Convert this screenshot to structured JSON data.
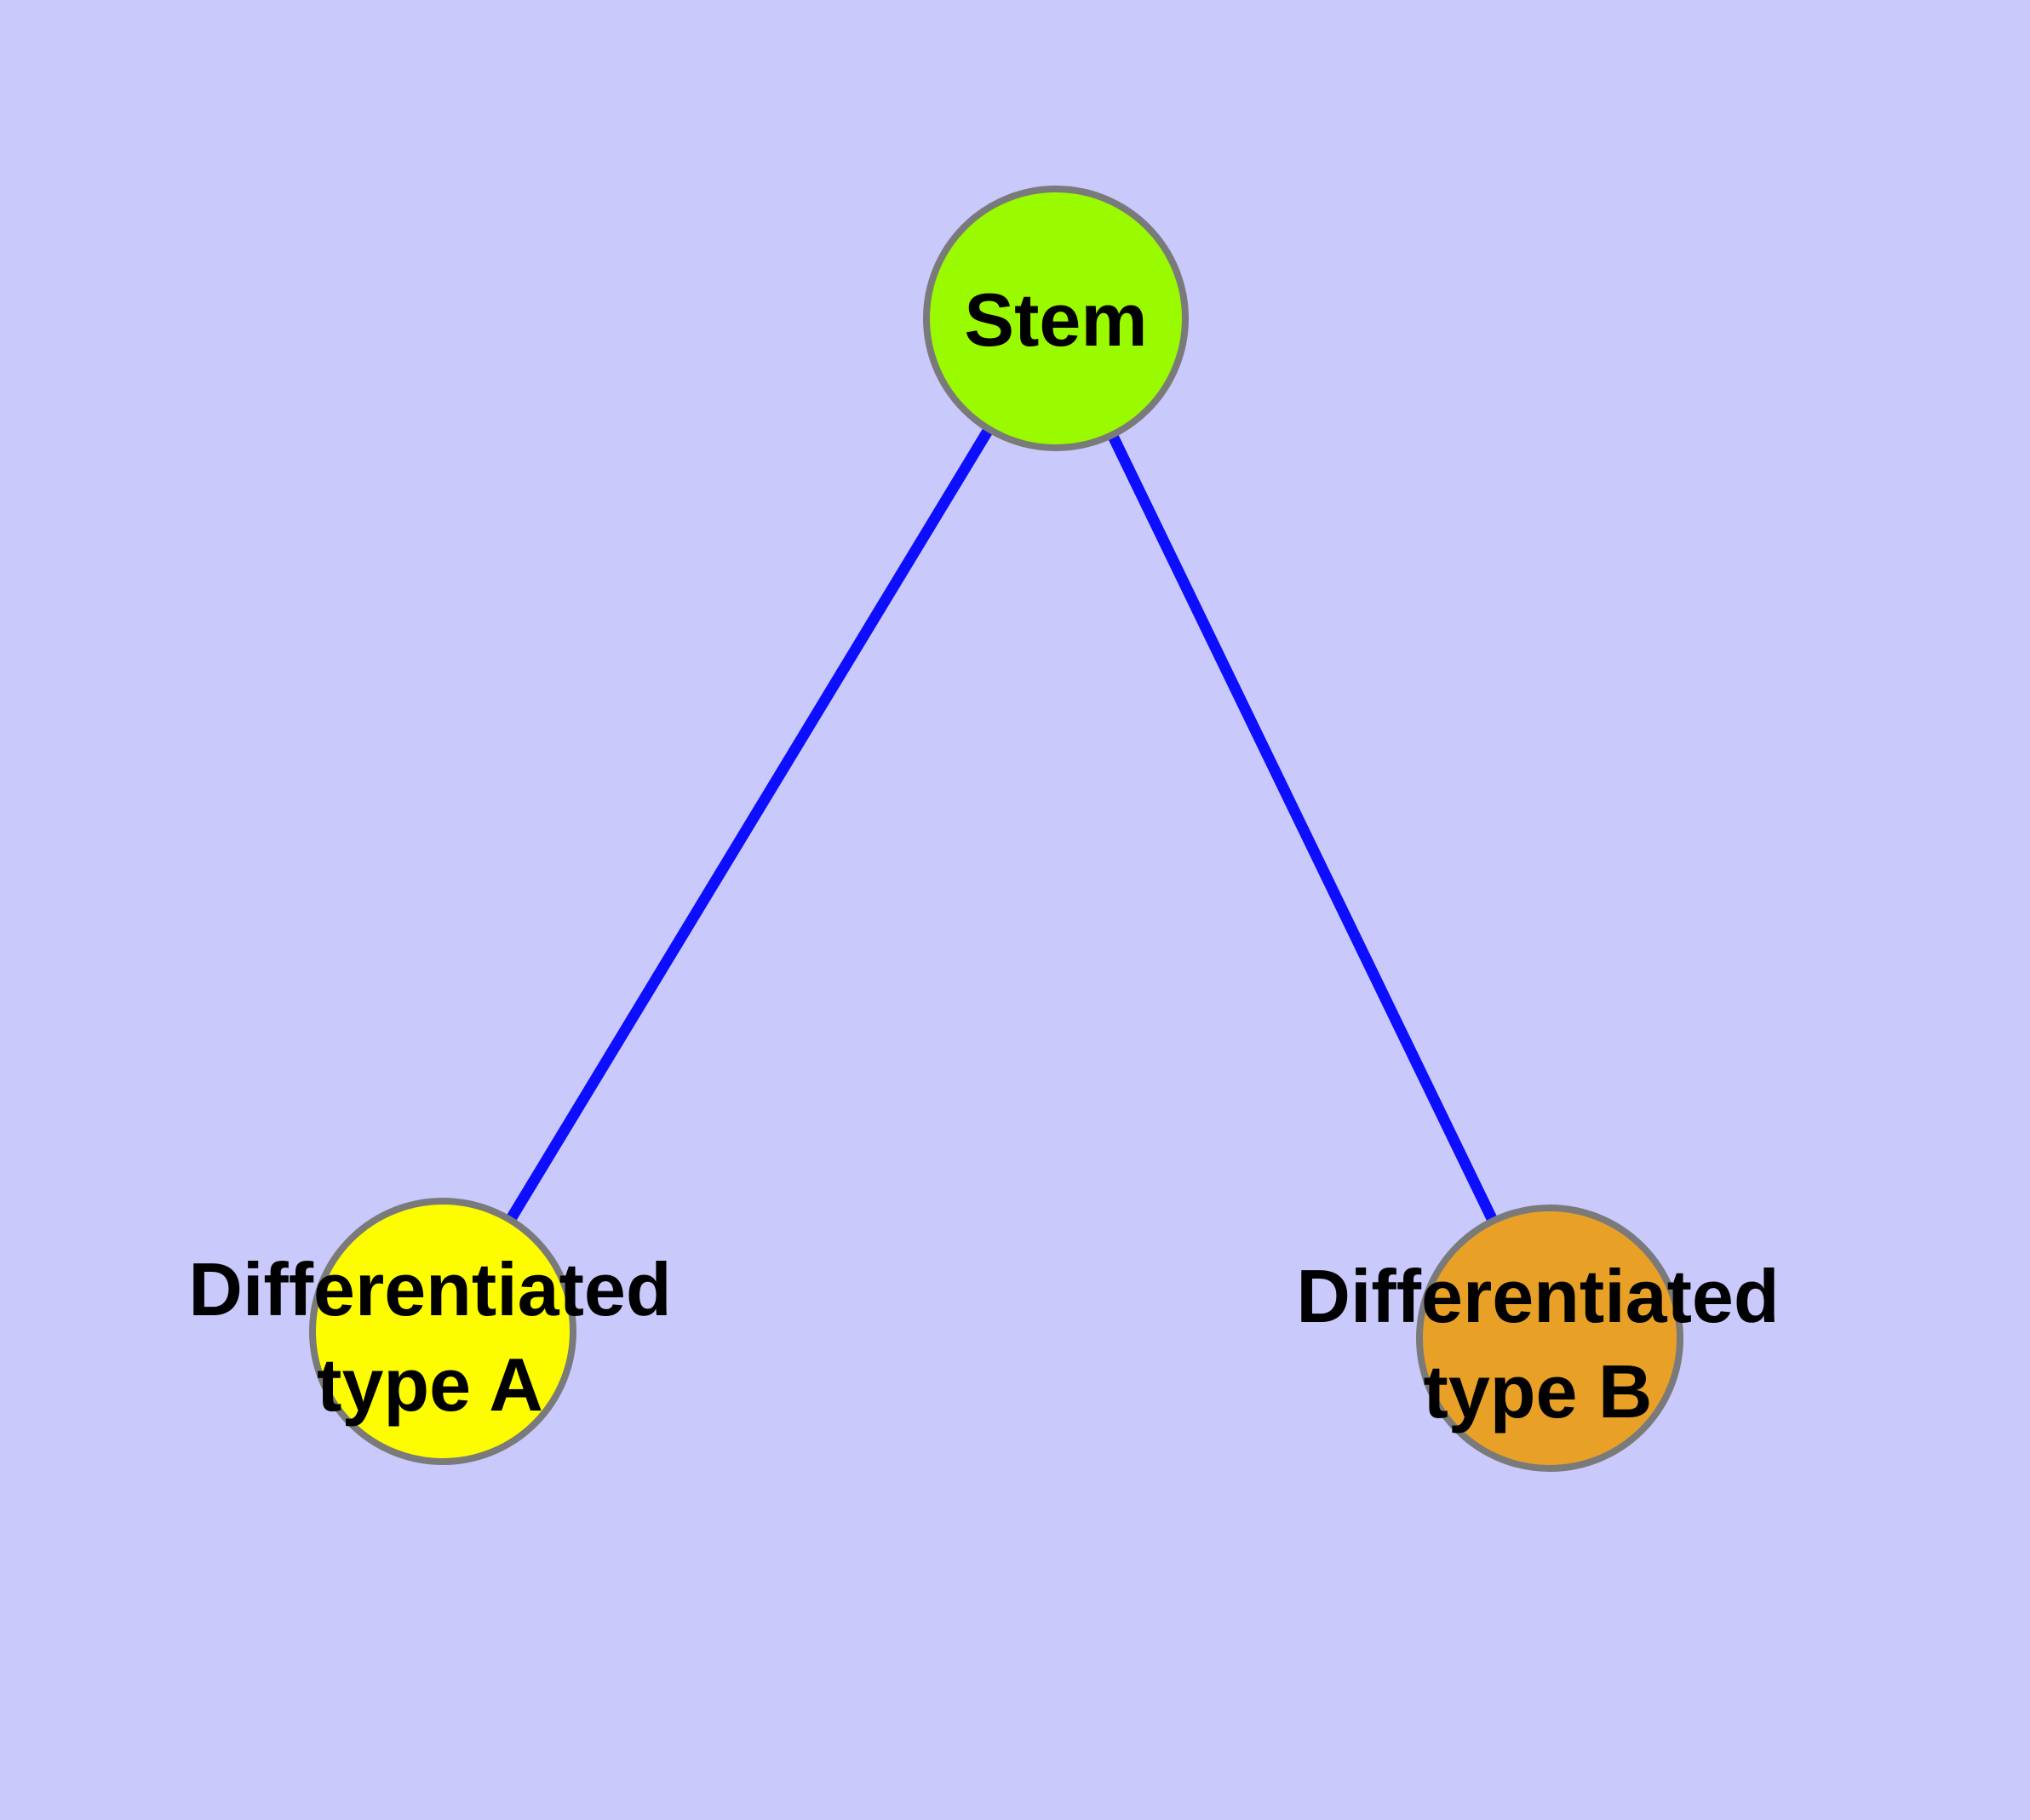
{
  "diagram": {
    "type": "node-link-graph",
    "background_color": "#c9c9fc",
    "edge_color": "#0d0dff",
    "node_border_color": "#7a7a7a",
    "label_color": "#000000",
    "nodes": [
      {
        "id": "stem",
        "label": "Stem",
        "fill": "#9afa00"
      },
      {
        "id": "diff-a",
        "label": "Differentiated type A",
        "label_line1": "Differentiated",
        "label_line2": "type A",
        "fill": "#fdfd00"
      },
      {
        "id": "diff-b",
        "label": "Differentiated type B",
        "label_line1": "Differentiated",
        "label_line2": "type B",
        "fill": "#e8a126"
      }
    ],
    "edges": [
      {
        "from": "Stem",
        "to": "Differentiated type A"
      },
      {
        "from": "Stem",
        "to": "Differentiated type B"
      }
    ]
  }
}
